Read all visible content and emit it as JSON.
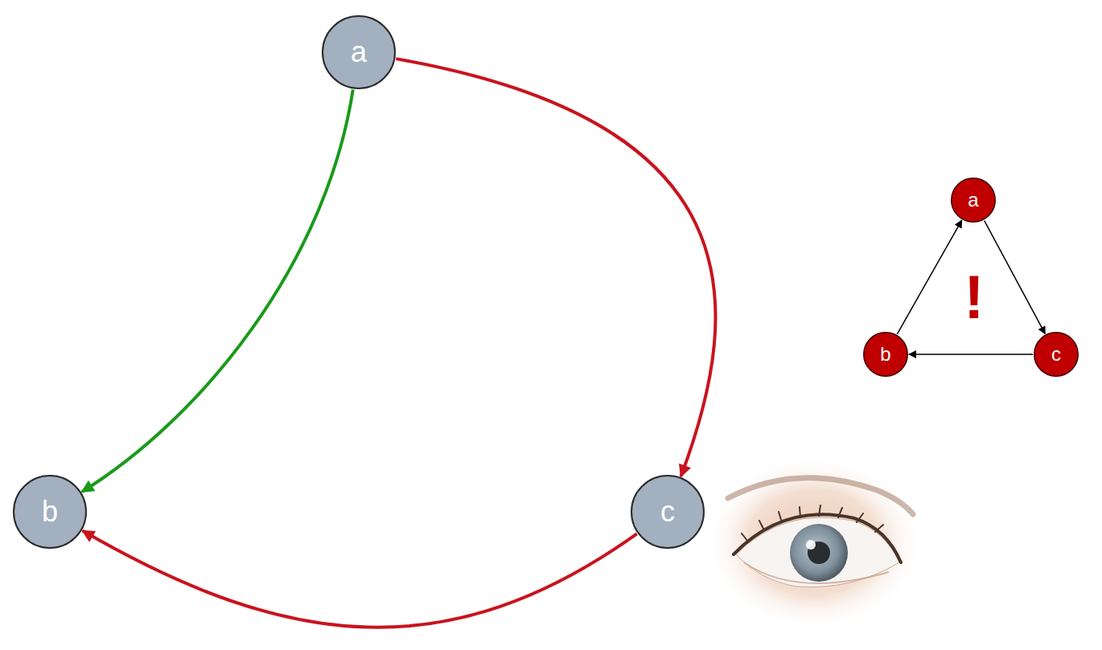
{
  "diagram": {
    "nodes": [
      {
        "text": [
          "a"
        ]
      },
      {
        "text": [
          "b"
        ]
      },
      {
        "text": [
          "c"
        ]
      },
      {
        "text": [
          "a"
        ]
      },
      {
        "text": [
          "b"
        ]
      },
      {
        "text": [
          "c"
        ]
      }
    ],
    "edges": [
      {
        "from": 0,
        "to": 1,
        "arrow": "to"
      },
      {
        "from": 0,
        "to": 2,
        "arrow": "to"
      },
      {
        "from": 2,
        "to": 1,
        "arrow": "to"
      },
      {
        "from": 3,
        "to": 5,
        "arrow": "to"
      },
      {
        "from": 5,
        "to": 4,
        "arrow": "to"
      },
      {
        "from": 4,
        "to": 3,
        "arrow": "to"
      }
    ],
    "labels": [
      "!"
    ]
  }
}
